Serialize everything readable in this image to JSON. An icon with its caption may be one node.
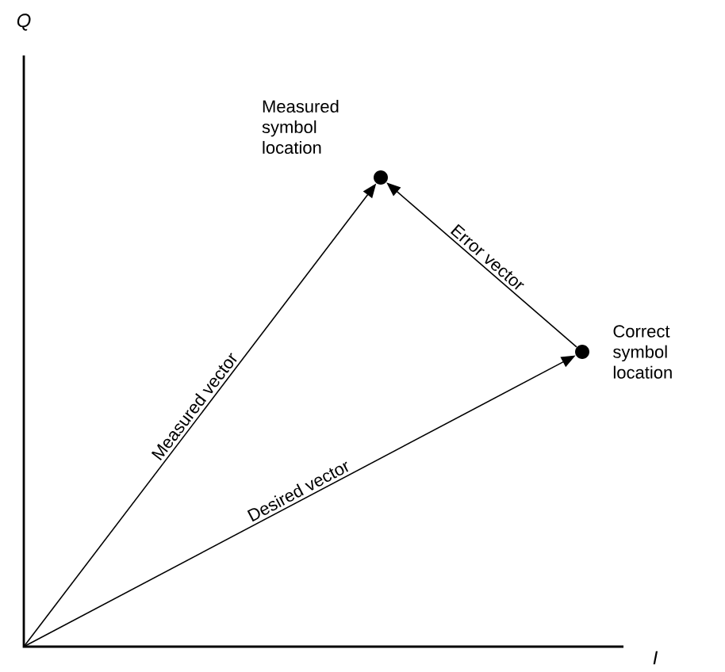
{
  "diagram": {
    "nodes": [
      {
        "text": [],
        "shape": "circle",
        "beside": [
          "Measured symbol location"
        ]
      },
      {
        "text": [],
        "shape": "circle",
        "beside": [
          "Correct symbol location"
        ]
      }
    ],
    "edges": [
      {
        "from": null,
        "to": 0,
        "arrow": "to",
        "label": "Measured vector"
      },
      {
        "from": null,
        "to": 1,
        "arrow": "to",
        "label": "Desired vector"
      },
      {
        "from": 1,
        "to": 0,
        "arrow": "to",
        "label": "Error vector"
      }
    ],
    "labels": [
      "Q",
      "I"
    ]
  }
}
